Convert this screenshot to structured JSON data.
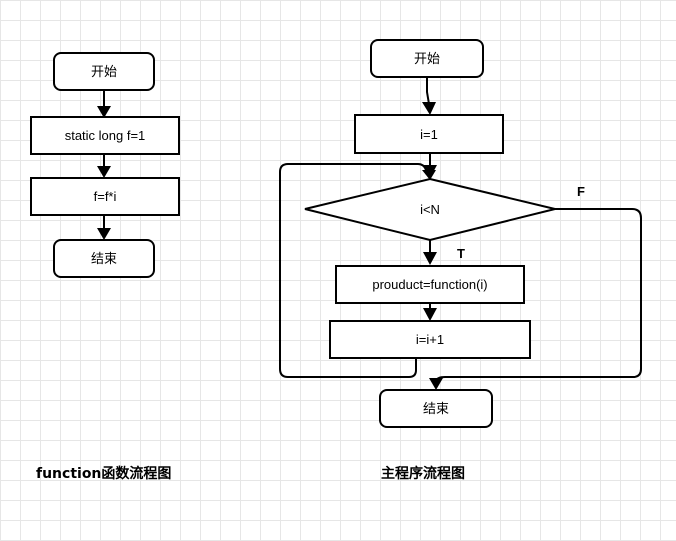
{
  "function_flowchart": {
    "start_label": "开始",
    "static_decl_label": "static long f=1",
    "multiply_label": "f=f*i",
    "end_label": "结束",
    "caption": "function函数流程图"
  },
  "main_flowchart": {
    "start_label": "开始",
    "init_label": "i=1",
    "condition_label": "i<N",
    "true_label": "T",
    "false_label": "F",
    "product_label": "prouduct=function(i)",
    "increment_label": "i=i+1",
    "end_label": "结束",
    "caption": "主程序流程图"
  },
  "colors": {
    "stroke": "#000000",
    "fill": "#ffffff",
    "grid": "#e6e6e6"
  }
}
